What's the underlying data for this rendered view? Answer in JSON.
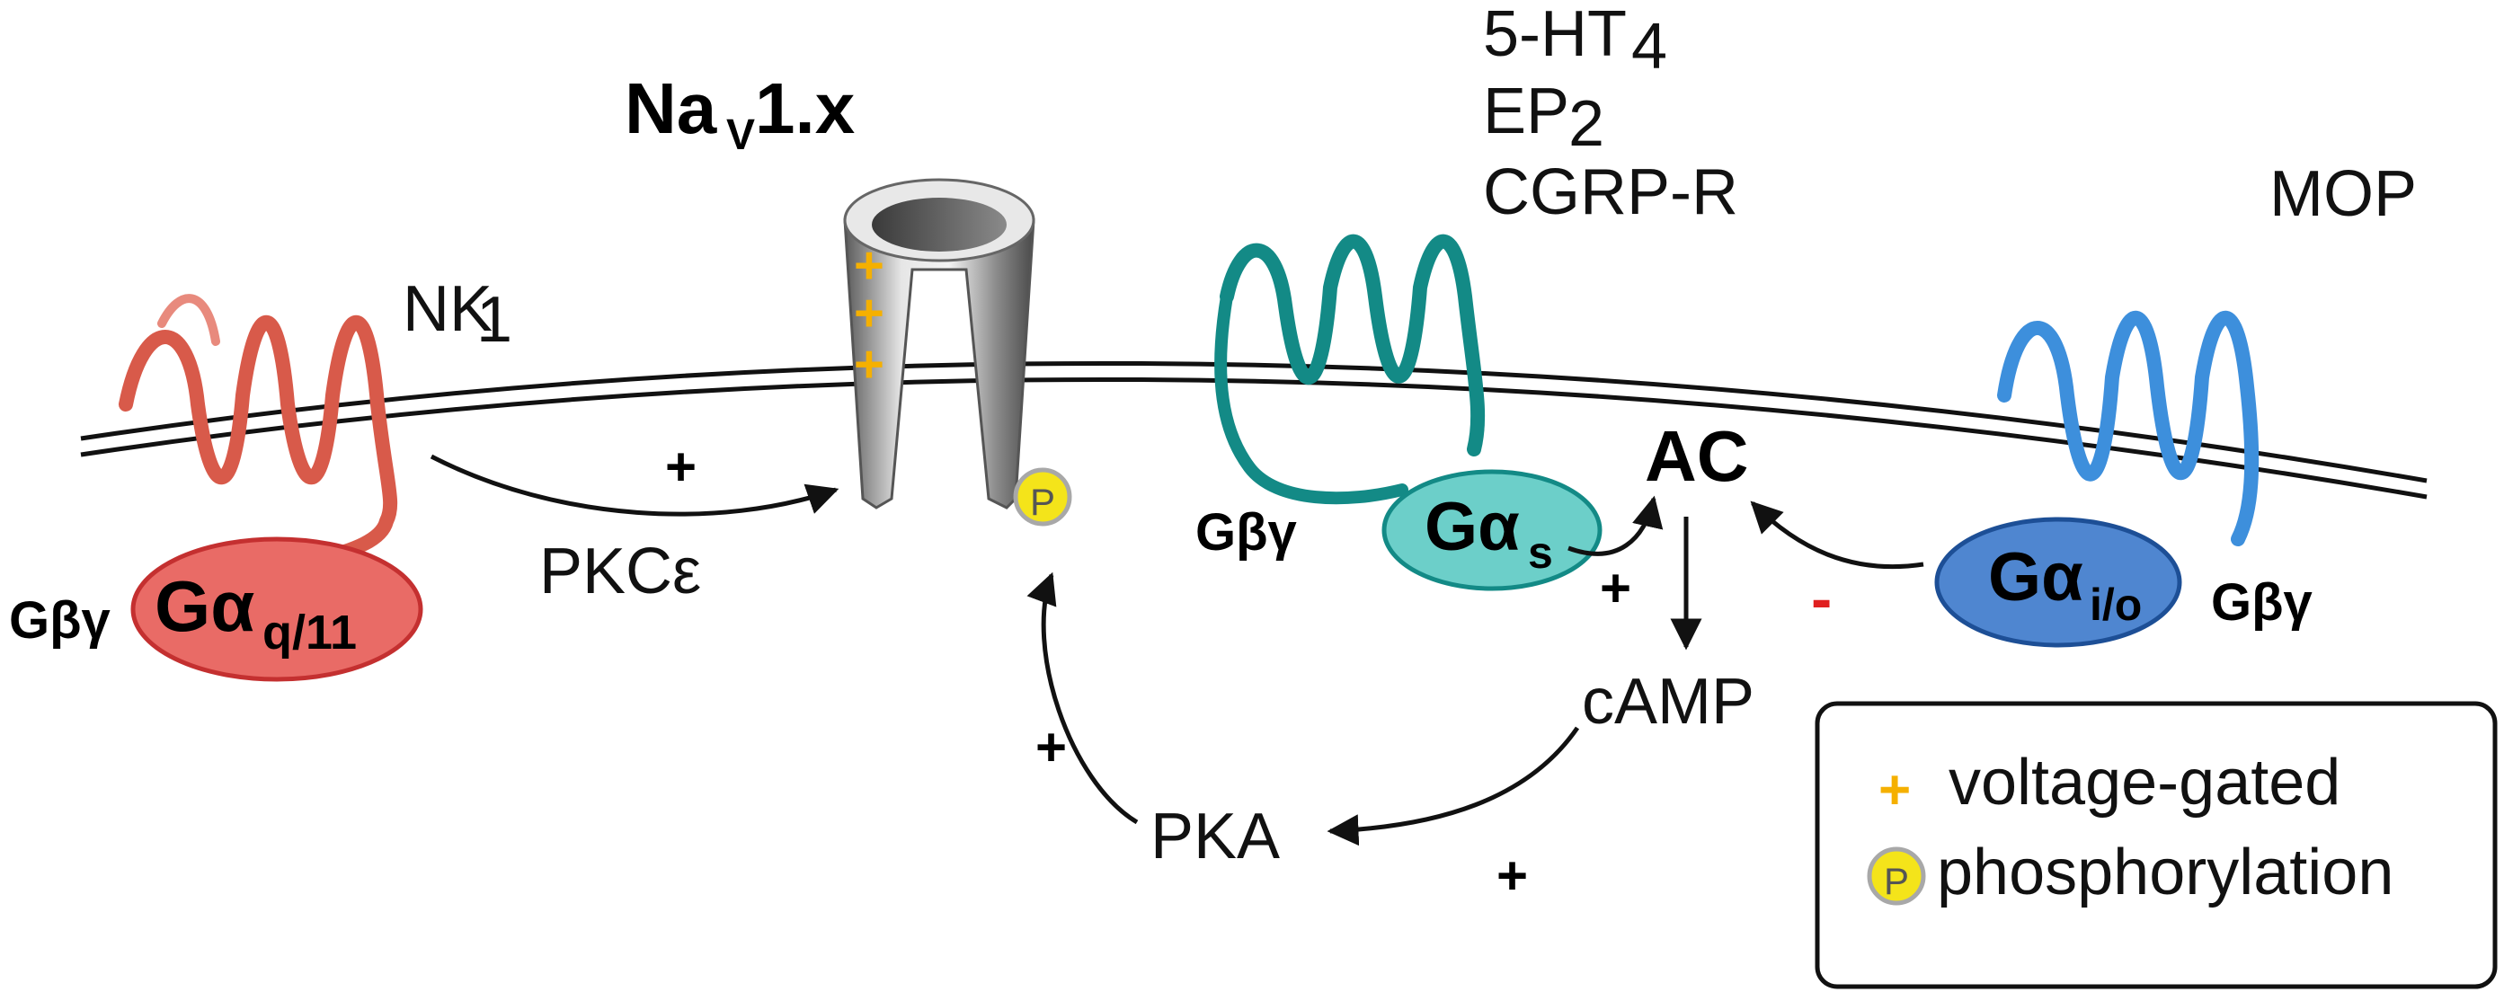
{
  "labels": {
    "nav_name": "Na",
    "nav_sub": "V",
    "nav_suffix": "1.x",
    "ht4_base": "5-HT",
    "ht4_sub": "4",
    "ep2_base": "EP",
    "ep2_sub": "2",
    "cgrp": "CGRP-R",
    "mop": "MOP",
    "nk1_base": "NK",
    "nk1_sub": "1",
    "pkce": "PKCε",
    "ac": "AC",
    "camp": "cAMP",
    "pka": "PKA",
    "gbg": "Gβγ",
    "galpha": "Gα",
    "gq_sub": "q/11",
    "gs_sub": "s",
    "gi_sub": "i/o",
    "plus": "+",
    "minus": "-",
    "p": "P"
  },
  "legend": {
    "item1_symbol": "+",
    "item1": "voltage-gated",
    "item2_symbol": "P",
    "item2": "phosphorylation"
  },
  "colors": {
    "nk1_receptor": "#d85a4a",
    "gq": "#e96b66",
    "gs_receptor": "#138a86",
    "gs": "#6ccfc9",
    "mop_receptor": "#3d8fdc",
    "gi": "#4f86d0",
    "channel": "#a9a9a9",
    "voltage_plus": "#f5b000",
    "phospho": "#f4e41a",
    "inhibit": "#e02020"
  }
}
